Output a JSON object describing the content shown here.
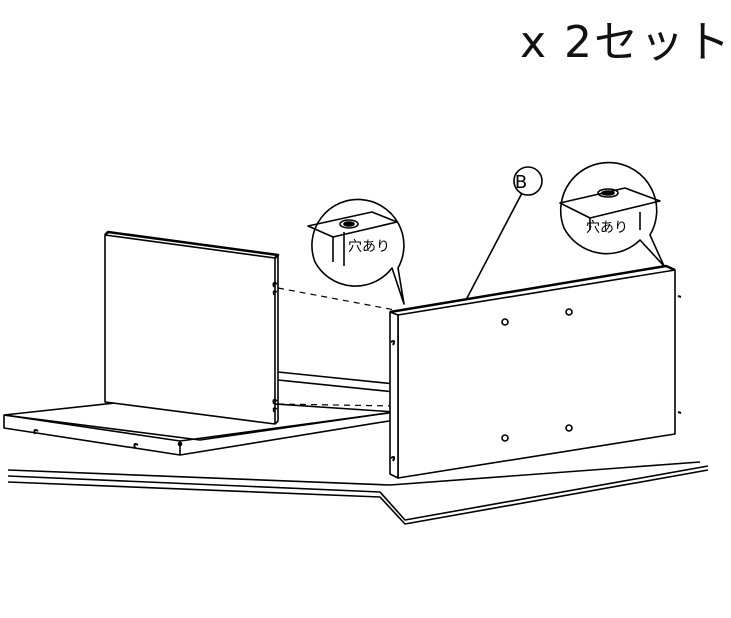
{
  "header": {
    "set_count": "x 2セット"
  },
  "parts": {
    "label": "B"
  },
  "callouts": [
    {
      "text": "穴あり"
    },
    {
      "text": "穴あり"
    }
  ]
}
